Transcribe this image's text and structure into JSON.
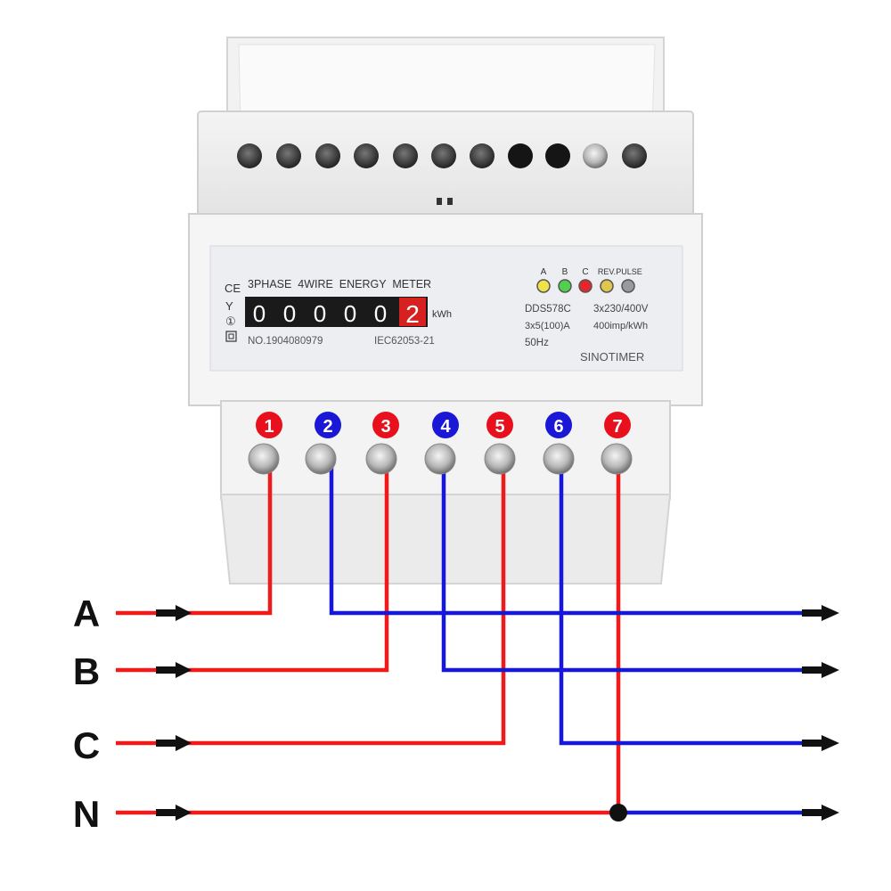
{
  "meter": {
    "title": "3PHASE  4WIRE  ENERGY  METER",
    "serial": "NO.1904080979",
    "standard": "IEC62053-21",
    "counter": [
      "0",
      "0",
      "0",
      "0",
      "0",
      "2"
    ],
    "unit": "kWh",
    "model": "DDS578C",
    "voltage": "3x230/400V",
    "current": "3x5(100)A",
    "constant": "400imp/kWh",
    "frequency": "50Hz",
    "brand": "SINOTIMER",
    "ce_mark": "CE",
    "class_mark": "①",
    "indicators": [
      {
        "label": "A",
        "color": "#f2e24a"
      },
      {
        "label": "B",
        "color": "#4fd14f"
      },
      {
        "label": "C",
        "color": "#e8262a"
      },
      {
        "label": "REV.",
        "color": "#e0c64a"
      },
      {
        "label": "PULSE",
        "color": "#7a7a7a"
      }
    ]
  },
  "terminals": [
    {
      "number": "1",
      "color": "#e8101c"
    },
    {
      "number": "2",
      "color": "#1a17d6"
    },
    {
      "number": "3",
      "color": "#e8101c"
    },
    {
      "number": "4",
      "color": "#1a17d6"
    },
    {
      "number": "5",
      "color": "#e8101c"
    },
    {
      "number": "6",
      "color": "#1a17d6"
    },
    {
      "number": "7",
      "color": "#e8101c"
    }
  ],
  "lines": [
    {
      "label": "A",
      "input_terminal": "1",
      "output_terminal": "2"
    },
    {
      "label": "B",
      "input_terminal": "3",
      "output_terminal": "4"
    },
    {
      "label": "C",
      "input_terminal": "5",
      "output_terminal": "6"
    },
    {
      "label": "N",
      "input_terminal": "7",
      "output_terminal": "7"
    }
  ],
  "colors": {
    "input_wire": "#f01a1a",
    "output_wire": "#1717d8",
    "arrow": "#111111"
  }
}
